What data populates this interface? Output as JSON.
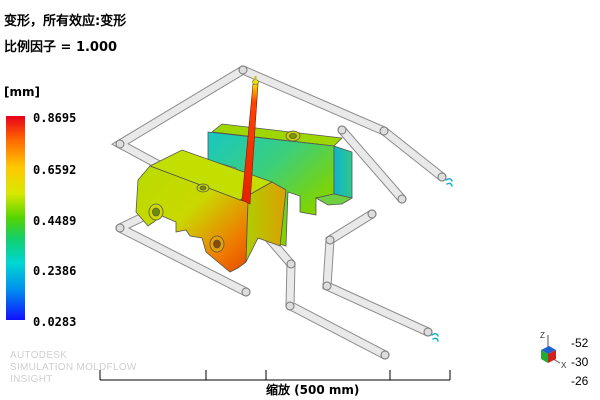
{
  "plot": {
    "title": "变形，所有效应:变形",
    "scale_factor": "比例因子 = 1.000"
  },
  "legend": {
    "unit": "[mm]",
    "ticks": [
      "0.8695",
      "0.6592",
      "0.4489",
      "0.2386",
      "0.0283"
    ],
    "colors": {
      "max": "#e8001a",
      "mid": "#55d400",
      "min": "#1010ff"
    }
  },
  "watermark": {
    "line1": "AUTODESK",
    "line2": "SIMULATION MOLDFLOW",
    "line3": "INSIGHT"
  },
  "scale_bar": {
    "label": "缩放 (500 mm)"
  },
  "triad": {
    "values": [
      "-52",
      "-30",
      "-26"
    ],
    "axes": [
      "Z",
      "X"
    ]
  }
}
